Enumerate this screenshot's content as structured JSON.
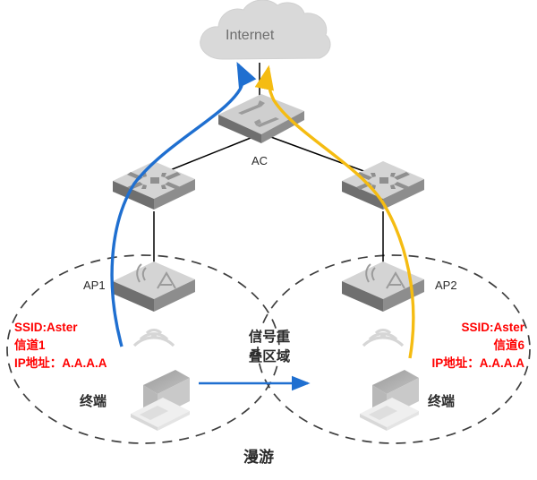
{
  "diagram": {
    "title_bottom": "漫游",
    "cloud": {
      "label": "Internet"
    },
    "controller": {
      "label": "AC"
    },
    "access_points": [
      {
        "id": "ap1",
        "label": "AP1"
      },
      {
        "id": "ap2",
        "label": "AP2"
      }
    ],
    "terminals": [
      {
        "id": "terminal-left",
        "label": "终端"
      },
      {
        "id": "terminal-right",
        "label": "终端"
      }
    ],
    "overlap_zone": {
      "line1": "信号重",
      "line2": "叠区域"
    },
    "cell_left": {
      "ssid": "SSID:Aster",
      "channel": "信道1",
      "ip": "IP地址：A.A.A.A"
    },
    "cell_right": {
      "ssid": "SSID:Aster",
      "channel": "信道6",
      "ip": "IP地址：A.A.A.A"
    },
    "colors": {
      "path_before": "#1f6fd0",
      "path_after": "#f5bc12",
      "text_red": "#ff0000",
      "text_dark": "#2b2b2b",
      "cloud_fill": "#d9d9d9",
      "device_top": "#d4d4d4",
      "device_side": "#6f6f6f",
      "link_line": "#000000",
      "cell_dash": "#3f3f3f"
    },
    "flows": [
      {
        "name": "blue-uplink",
        "from": "terminal-left",
        "to": "internet",
        "color": "#1f6fd0"
      },
      {
        "name": "yellow-uplink",
        "from": "terminal-right",
        "to": "internet",
        "color": "#f5bc12"
      },
      {
        "name": "roam-direction",
        "from": "cell-left",
        "to": "cell-right",
        "color": "#1f6fd0"
      }
    ]
  }
}
